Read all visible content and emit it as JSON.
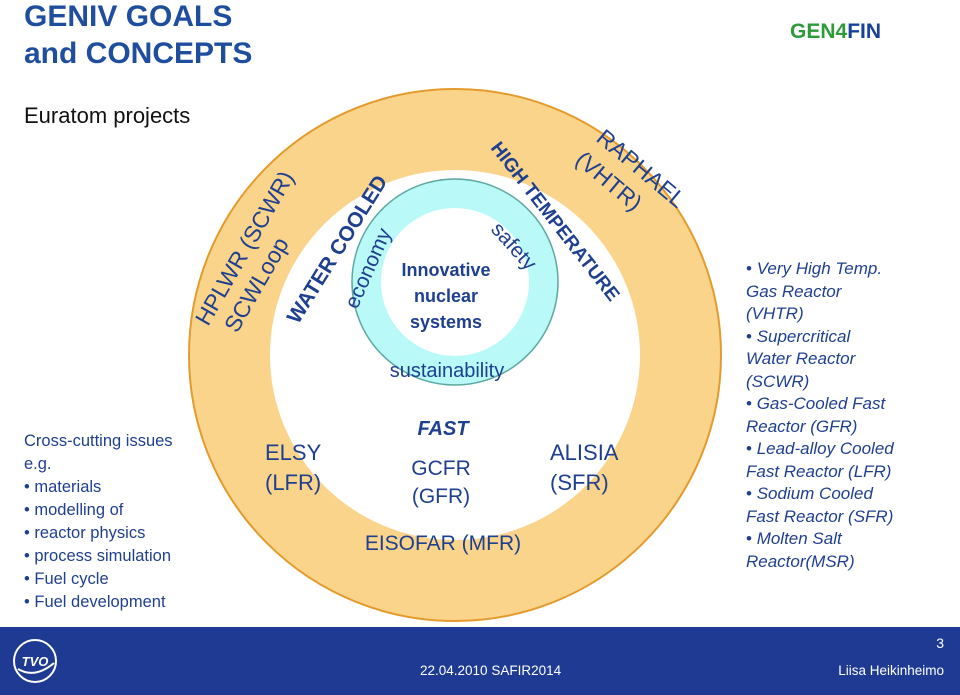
{
  "title": {
    "line1": "GENIV GOALS",
    "line2": "and CONCEPTS"
  },
  "brand": {
    "part1": "GEN4",
    "part2": "FIN"
  },
  "subtitle": "Euratom projects",
  "diagram": {
    "outer_top_left_1": "HPLWR (SCWR)",
    "outer_top_left_2": "SCWLoop",
    "outer_top_right_1": "RAPHAEL",
    "outer_top_right_2": "(VHTR)",
    "outer_left_1": "ELSY",
    "outer_left_2": "(LFR)",
    "outer_right_1": "ALISIA",
    "outer_right_2": "(SFR)",
    "middle_left": "WATER COOLED",
    "middle_right": "HIGH TEMPERATURE",
    "middle_bottom": "FAST",
    "inner_left": "economy",
    "inner_right": "safety",
    "inner_bottom": "sustainability",
    "core_1": "Innovative",
    "core_2": "nuclear",
    "core_3": "systems",
    "gcfr_1": "GCFR",
    "gcfr_2": "(GFR)",
    "eisofar": "EISOFAR (MFR)"
  },
  "cross_cutting": {
    "heading": "Cross-cutting issues",
    "eg": "e.g.",
    "items": [
      "materials",
      "modelling of",
      "reactor physics",
      "process simulation",
      "Fuel cycle",
      "Fuel development"
    ]
  },
  "legend": {
    "items": [
      {
        "bullet": "•",
        "line1": "Very High Temp.",
        "line2": "Gas Reactor",
        "line3": "(VHTR)"
      },
      {
        "bullet": "•",
        "line1": "Supercritical",
        "line2": "Water Reactor",
        "line3": "(SCWR)"
      },
      {
        "bullet": "•",
        "line1": "Gas-Cooled Fast",
        "line2": "Reactor (GFR)",
        "line3": ""
      },
      {
        "bullet": "•",
        "line1": "Lead-alloy Cooled",
        "line2": "Fast Reactor (LFR)",
        "line3": ""
      },
      {
        "bullet": "•",
        "line1": "Sodium Cooled",
        "line2": "Fast Reactor (SFR)",
        "line3": ""
      },
      {
        "bullet": "•",
        "line1": "Molten Salt",
        "line2": "Reactor(MSR)",
        "line3": ""
      }
    ]
  },
  "footer": {
    "page": "3",
    "date": "22.04.2010 SAFIR2014",
    "author": "Liisa Heikinheimo",
    "logo_text": "TVO"
  },
  "colors": {
    "outer_ring": "#fad48a",
    "outer_ring_stroke": "#e49b2e",
    "inner_ring": "#b9f9f8",
    "inner_ring_stroke": "#5fa9a2",
    "text_blue": "#1f3f8f",
    "footer": "#1e3a93"
  }
}
